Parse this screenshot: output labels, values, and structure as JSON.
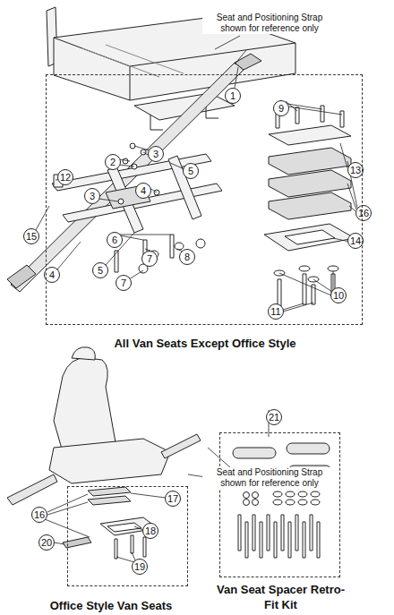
{
  "diagram": {
    "nodes": [
      {
        "text": [
          "All Van Seats Except Office Style"
        ]
      },
      {
        "text": [
          "Office Style Van Seats"
        ]
      },
      {
        "text": [
          "Van Seat Spacer Retro-Fit Kit"
        ]
      }
    ],
    "labels": [
      "Seat and Positioning Strap shown for reference only",
      "1",
      "3",
      "2",
      "3",
      "4",
      "5",
      "12",
      "15",
      "4",
      "5",
      "6",
      "7",
      "7",
      "8",
      "9",
      "13",
      "16",
      "14",
      "10",
      "11",
      "Seat and Positioning Strap shown for reference only",
      "16",
      "17",
      "18",
      "20",
      "19",
      "21"
    ]
  }
}
